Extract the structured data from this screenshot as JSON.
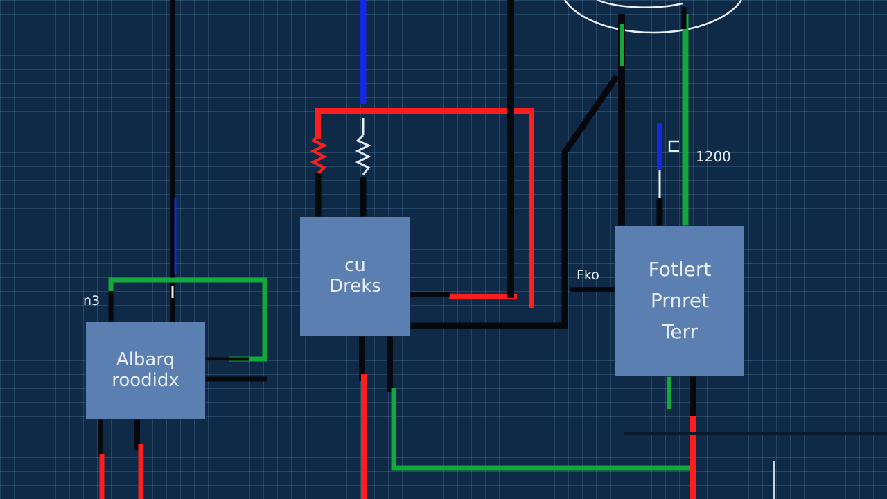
{
  "diagram": {
    "blocks": {
      "left": {
        "lines": [
          "Albarq",
          "roodidx"
        ]
      },
      "center": {
        "lines": [
          "cu",
          "Dreks"
        ]
      },
      "right": {
        "lines": [
          "Fotlert",
          "Prnret",
          "Terr"
        ]
      }
    },
    "labels": {
      "left_tag": "n3",
      "right_tag": "Fko",
      "value_tag": "1200"
    },
    "colors": {
      "background": "#0f2a46",
      "grid": "#78aad7",
      "block": "#5b7fb0",
      "wire_red": "#ff1e1e",
      "wire_green": "#12a83a",
      "wire_blue": "#1428e6",
      "wire_black": "#05080c",
      "circle": "#e8eef5"
    }
  }
}
